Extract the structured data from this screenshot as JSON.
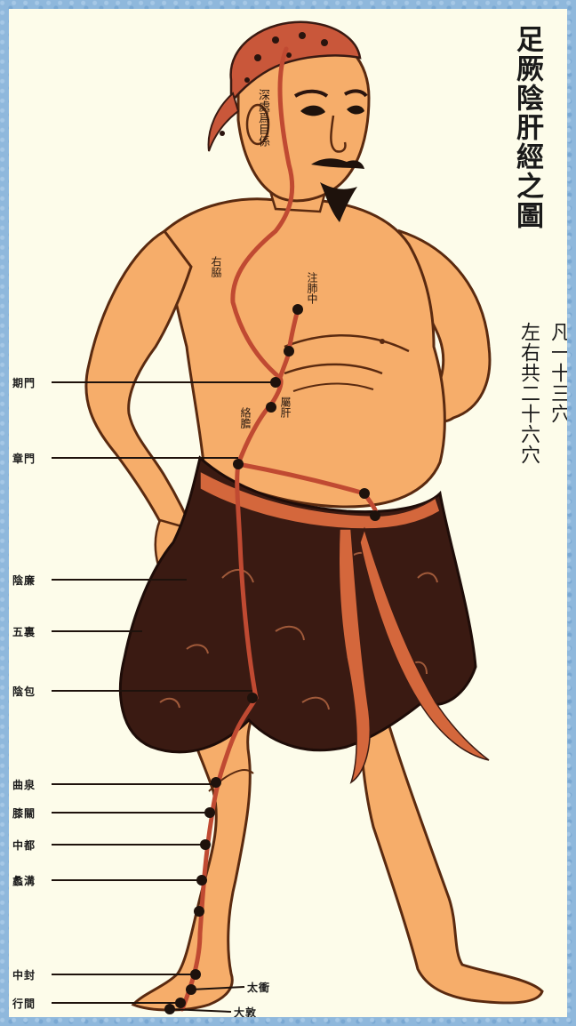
{
  "title": "足厥陰肝經之圖",
  "count": {
    "line1": "凡一十三穴",
    "line2": "左右共二十六穴"
  },
  "points_left": [
    "期門",
    "章門",
    "陰廉",
    "五裏",
    "陰包",
    "曲泉",
    "膝關",
    "中都",
    "蠡溝",
    "中封",
    "行間"
  ],
  "points_right": [
    "太衝",
    "大敦"
  ],
  "body_labels": {
    "head_path": "深處爲目係",
    "chest_inner": "注肺中",
    "rib": "右脇",
    "liver": "屬肝",
    "gallbladder": "絡膽"
  },
  "colors": {
    "skin": "#f6ad6a",
    "skin_outline": "#5a2a10",
    "meridian": "#c04a32",
    "point": "#1e120c",
    "garment": "#3a1a12",
    "sash": "#d4673c",
    "headwrap": "#c9573a"
  }
}
